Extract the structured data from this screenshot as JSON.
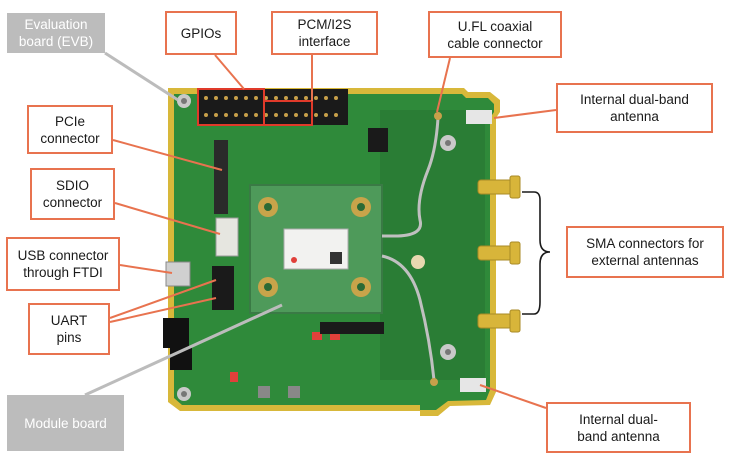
{
  "callouts": {
    "evb": "Evaluation\nboard (EVB)",
    "gpios": "GPIOs",
    "pcm": "PCM/I2S\ninterface",
    "ufl": "U.FL coaxial\ncable connector",
    "ant_top": "Internal dual-band\nantenna",
    "pcie": "PCIe\nconnector",
    "sdio": "SDIO\nconnector",
    "usb": "USB connector\nthrough FTDI",
    "uart": "UART\npins",
    "module": "Module board",
    "sma": "SMA connectors for\nexternal antennas",
    "ant_bottom": "Internal dual-\nband antenna"
  },
  "colors": {
    "pcb_green": "#2f8a3a",
    "pcb_gold": "#d8b83a",
    "callout_border": "#e8734f",
    "gray_box": "#bcbcbc"
  }
}
